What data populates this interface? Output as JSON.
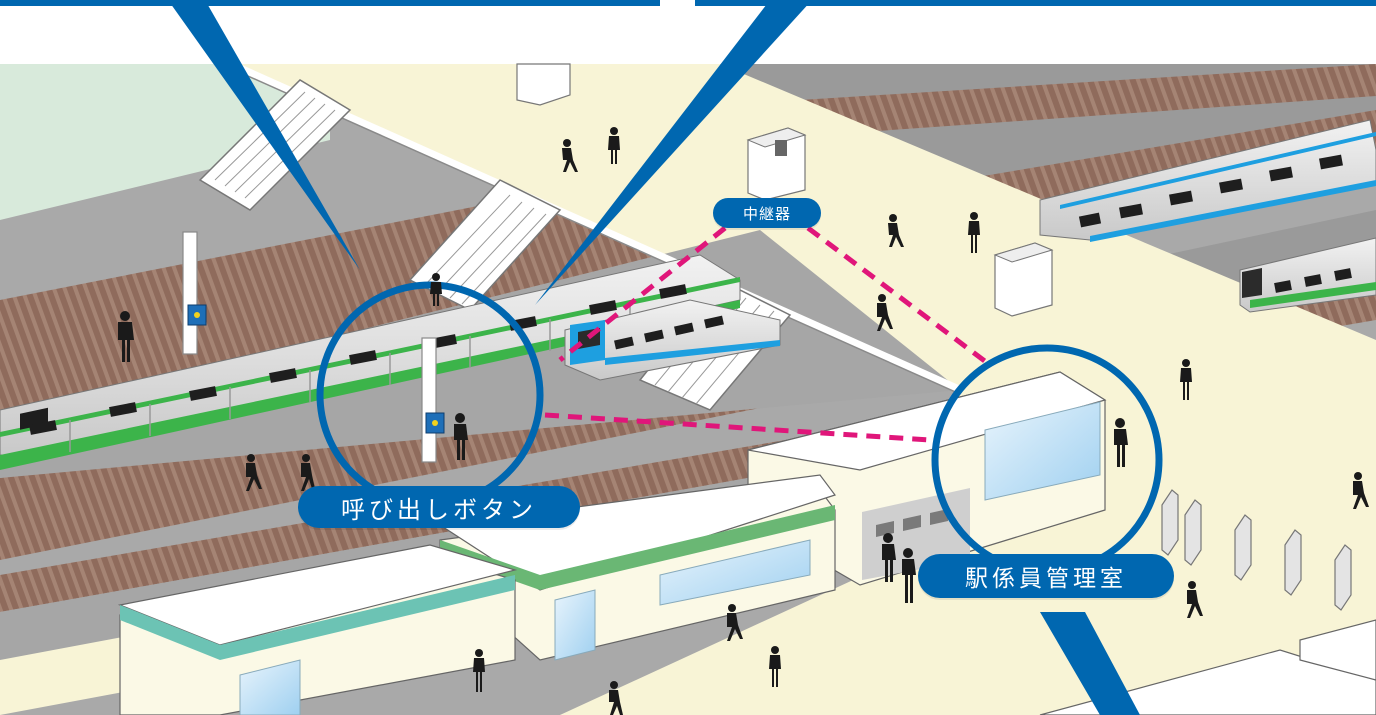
{
  "labels": {
    "relay": "中継器",
    "call_button": "呼び出しボタン",
    "staff_office": "駅係員管理室"
  },
  "colors": {
    "accent_blue": "#0067b0",
    "link_dash": "#e0167a",
    "platform": "#f8f4d6",
    "track_bed": "#9c7a6a",
    "train_green_line": "#3cb44a",
    "train_blue_line": "#1e9fe0",
    "roof_green": "#6ab774",
    "roof_teal": "#6cc3b4"
  }
}
